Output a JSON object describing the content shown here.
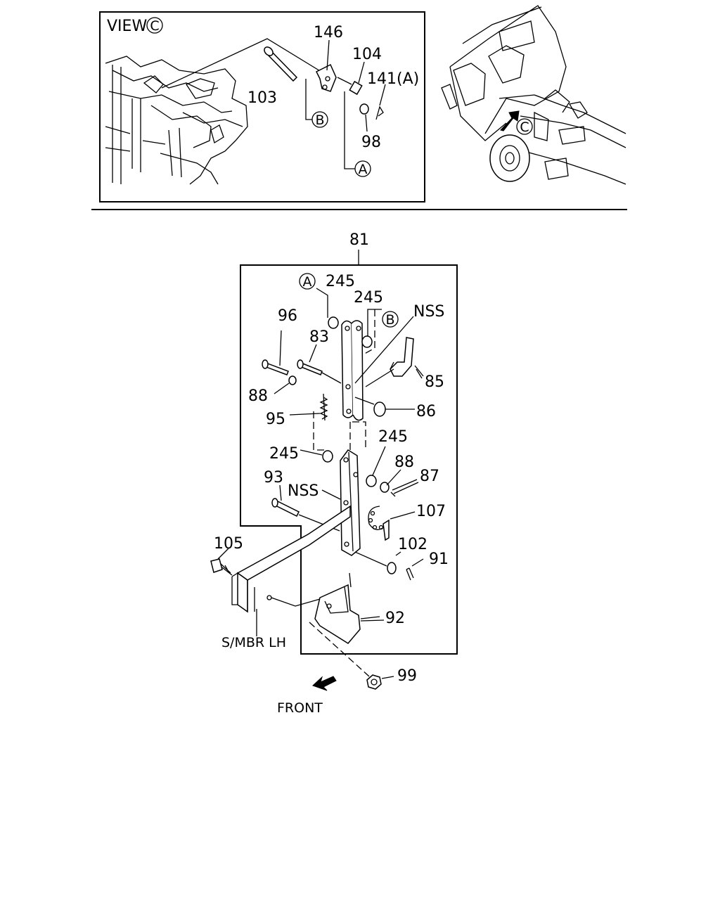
{
  "view": {
    "title": "VIEW",
    "marker": "C",
    "parts": [
      "146",
      "104",
      "141(A)",
      "103",
      "98"
    ],
    "refs": [
      "A",
      "B"
    ]
  },
  "vehicle": {
    "marker": "C"
  },
  "assembly": {
    "callouts": {
      "p81": "81",
      "p245a": "245",
      "p245b": "245",
      "nss_top": "NSS",
      "p96": "96",
      "p83": "83",
      "p85": "85",
      "p88a": "88",
      "p86": "86",
      "p95": "95",
      "p245c": "245",
      "p245d": "245",
      "p88b": "88",
      "p87": "87",
      "p93": "93",
      "nss_bot": "NSS",
      "p107": "107",
      "p105": "105",
      "p102": "102",
      "p91": "91",
      "p92": "92",
      "p99": "99"
    },
    "refs": {
      "a": "A",
      "b": "B"
    },
    "member_label": "S/MBR LH",
    "front_label": "FRONT"
  }
}
